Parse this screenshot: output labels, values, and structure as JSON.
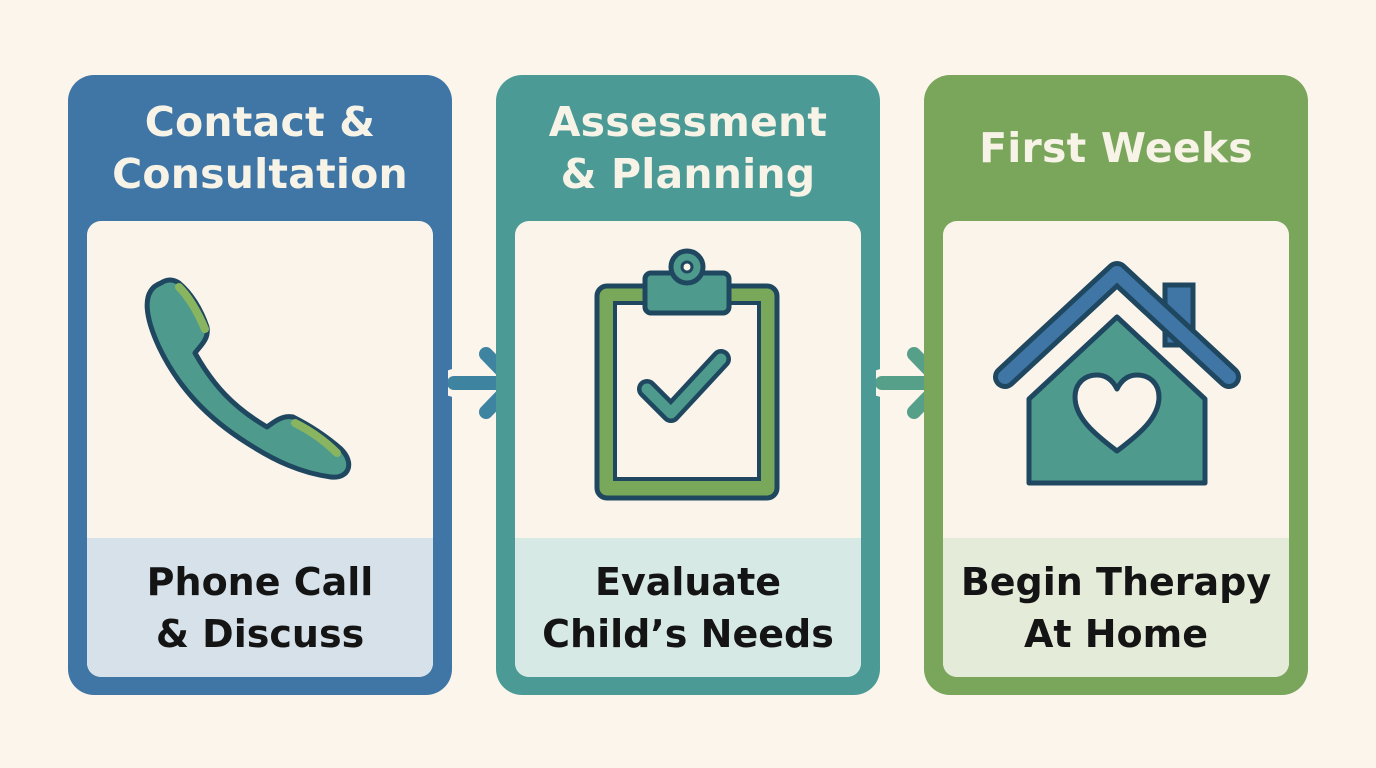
{
  "steps": [
    {
      "title": "Contact &\nConsultation",
      "caption": "Phone Call\n& Discuss",
      "icon": "phone-icon",
      "color": "#3f76a6"
    },
    {
      "title": "Assessment\n& Planning",
      "caption": "Evaluate\nChild’s Needs",
      "icon": "clipboard-check-icon",
      "color": "#4c9a96"
    },
    {
      "title": "First Weeks",
      "caption": "Begin Therapy\nAt Home",
      "icon": "house-heart-icon",
      "color": "#7aa65c"
    }
  ],
  "connectors": [
    "arrow-right-icon",
    "arrow-right-icon"
  ],
  "background": "#fbf5ec"
}
